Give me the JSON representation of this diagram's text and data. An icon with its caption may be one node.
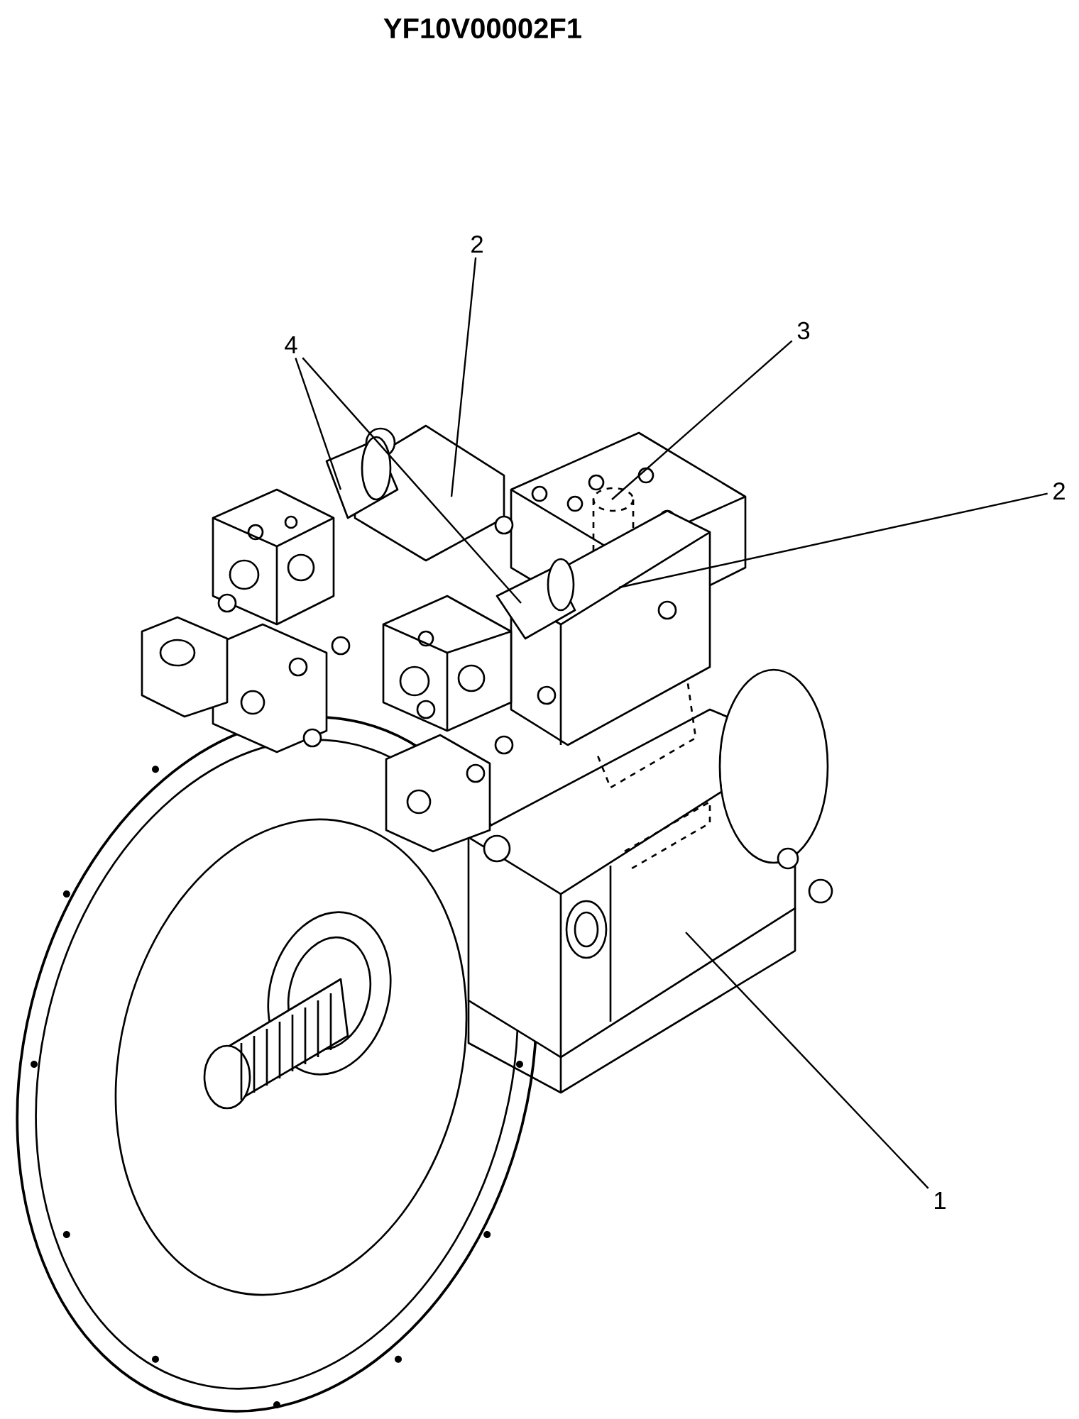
{
  "diagram": {
    "title": "YF10V00002F1",
    "nodes": [
      {
        "text": [
          "2"
        ]
      },
      {
        "text": [
          "4"
        ]
      },
      {
        "text": [
          "3"
        ]
      },
      {
        "text": [
          "2"
        ]
      },
      {
        "text": [
          "1"
        ]
      }
    ],
    "edges": [
      {
        "from": 0,
        "to": null,
        "arrow": "none"
      },
      {
        "from": 1,
        "to": null,
        "arrow": "none"
      },
      {
        "from": 1,
        "to": null,
        "arrow": "none"
      },
      {
        "from": 2,
        "to": null,
        "arrow": "none"
      },
      {
        "from": 3,
        "to": null,
        "arrow": "none"
      },
      {
        "from": 4,
        "to": null,
        "arrow": "none"
      }
    ]
  }
}
